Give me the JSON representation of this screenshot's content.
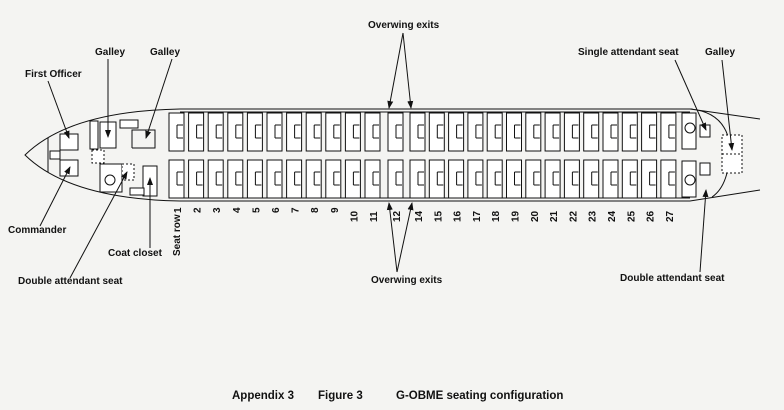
{
  "labels": {
    "first_officer": "First Officer",
    "galley_1": "Galley",
    "galley_2": "Galley",
    "overwing_exits_top": "Overwing exits",
    "single_attendant_seat": "Single attendant seat",
    "galley_rear": "Galley",
    "commander": "Commander",
    "double_attendant_seat_front": "Double attendant seat",
    "coat_closet": "Coat closet",
    "seat_row": "Seat row",
    "overwing_exits_bottom": "Overwing exits",
    "double_attendant_seat_rear": "Double attendant seat"
  },
  "seat_rows": [
    "1",
    "2",
    "3",
    "4",
    "5",
    "6",
    "7",
    "8",
    "9",
    "10",
    "11",
    "12",
    "14",
    "15",
    "16",
    "17",
    "18",
    "19",
    "20",
    "21",
    "22",
    "23",
    "24",
    "25",
    "26",
    "27"
  ],
  "caption": {
    "appendix": "Appendix 3",
    "figure": "Figure 3",
    "title": "G-OBME seating configuration"
  }
}
